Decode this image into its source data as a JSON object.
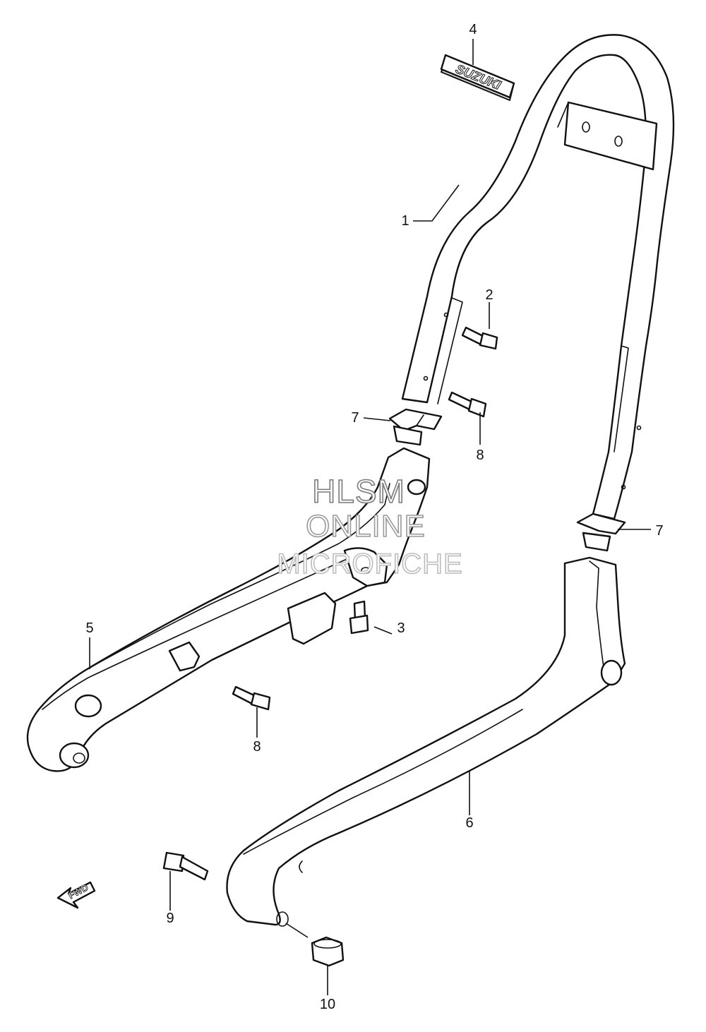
{
  "watermark": {
    "line1": "HLSM",
    "line2": "ONLINE",
    "line3": "MICROFICHE"
  },
  "emblem": {
    "text": "SUZUKI"
  },
  "direction_arrow": {
    "label": "FWD"
  },
  "callouts": {
    "c1": "1",
    "c2": "2",
    "c3": "3",
    "c4": "4",
    "c5": "5",
    "c6": "6",
    "c7a": "7",
    "c7b": "7",
    "c8a": "8",
    "c8b": "8",
    "c9": "9",
    "c10": "10"
  }
}
